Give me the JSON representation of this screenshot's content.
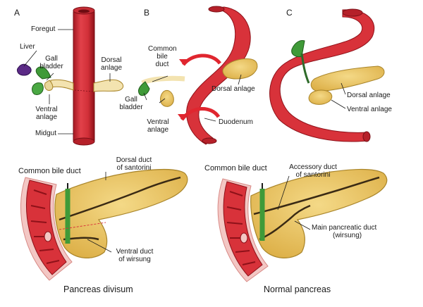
{
  "panels": {
    "a": "A",
    "b": "B",
    "c": "C"
  },
  "panel_a": {
    "foregut": "Foregut",
    "liver": "Liver",
    "gall_bladder": [
      "Gall",
      "bladder"
    ],
    "dorsal_anlage": [
      "Dorsal",
      "anlage"
    ],
    "ventral_anlage": [
      "Ventral",
      "anlage"
    ],
    "midgut": "Midgut"
  },
  "panel_b": {
    "common_bile_duct": [
      "Common",
      "bile",
      "duct"
    ],
    "gall_bladder": [
      "Gall",
      "bladder"
    ],
    "ventral_anlage": [
      "Ventral",
      "anlage"
    ],
    "dorsal_anlage": "Dorsal anlage",
    "duodenum": "Duodenum"
  },
  "panel_c": {
    "dorsal_anlage": "Dorsal anlage",
    "ventral_anlage": "Ventral anlage"
  },
  "divisum": {
    "common_bile_duct": "Common bile duct",
    "dorsal_duct": [
      "Dorsal duct",
      "of santorini"
    ],
    "ventral_duct": [
      "Ventral duct",
      "of wirsung"
    ],
    "caption": "Pancreas divisum"
  },
  "normal": {
    "common_bile_duct": "Common bile duct",
    "accessory_duct": [
      "Accessory duct",
      "of santorini"
    ],
    "main_duct": [
      "Main pancreatic duct",
      "(wirsung)"
    ],
    "caption": "Normal pancreas"
  },
  "colors": {
    "duodenum": "#d8323a",
    "duodenum_dark": "#9e1b23",
    "pancreas": "#e8c35e",
    "pancreas_edge": "#a9852a",
    "bile": "#3f9a38",
    "liver": "#5b2a86",
    "duct": "#3a2a14"
  }
}
